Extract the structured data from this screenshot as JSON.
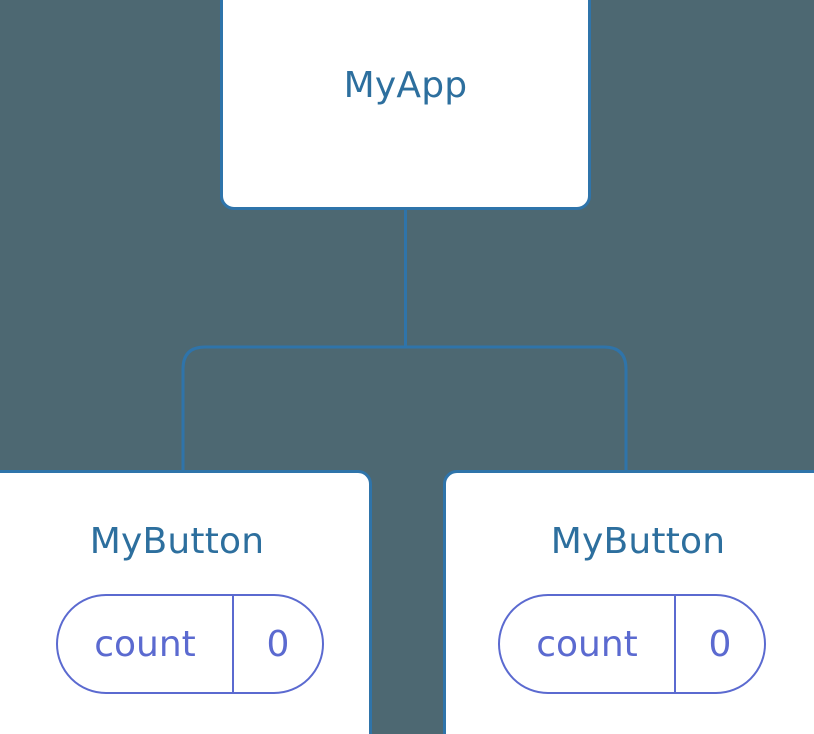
{
  "diagram": {
    "type": "component-tree",
    "background_color": "#4d6872",
    "node_border_color": "#2f74aa",
    "node_fill_color": "#ffffff",
    "node_label_color": "#2d6f9e",
    "edge_color": "#2f74aa",
    "state_accent_color": "#5b6ad0",
    "root": {
      "label": "MyApp",
      "state": []
    },
    "children": [
      {
        "label": "MyButton",
        "state": [
          {
            "key": "count",
            "value": "0"
          }
        ]
      },
      {
        "label": "MyButton",
        "state": [
          {
            "key": "count",
            "value": "0"
          }
        ]
      }
    ],
    "edges": [
      {
        "from": "MyApp",
        "to": "MyButton-left"
      },
      {
        "from": "MyApp",
        "to": "MyButton-right"
      }
    ]
  }
}
